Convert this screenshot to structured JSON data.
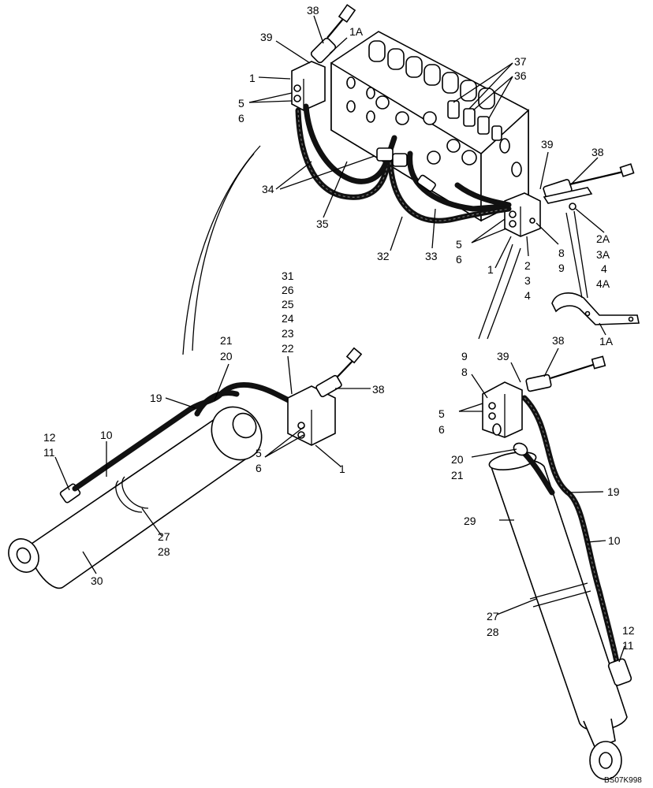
{
  "callouts": {
    "block_top": {
      "p38": "38",
      "p1A": "1A",
      "p39": "39",
      "p1": "1",
      "p5": "5",
      "p6": "6",
      "p37": "37",
      "p36": "36",
      "p34": "34",
      "p35": "35",
      "p32": "32",
      "p33": "33"
    },
    "block_right": {
      "p39": "39",
      "p38": "38",
      "p2A": "2A",
      "p3A": "3A",
      "p4": "4",
      "p4A": "4A",
      "p1A": "1A",
      "p8": "8",
      "p9": "9",
      "p2": "2",
      "p3": "3",
      "p4b": "4",
      "p5": "5",
      "p6": "6",
      "p1": "1"
    },
    "cyl_left": {
      "stack": [
        "31",
        "26",
        "25",
        "24",
        "23",
        "22"
      ],
      "p21": "21",
      "p20": "20",
      "p19": "19",
      "p38": "38",
      "p5": "5",
      "p6": "6",
      "p1": "1",
      "p12": "12",
      "p11": "11",
      "p10": "10",
      "p27": "27",
      "p28": "28",
      "p30": "30"
    },
    "cyl_right": {
      "p9": "9",
      "p8": "8",
      "p39": "39",
      "p38": "38",
      "p5": "5",
      "p6": "6",
      "p20": "20",
      "p21": "21",
      "p19": "19",
      "p29": "29",
      "p10": "10",
      "p27": "27",
      "p28": "28",
      "p12": "12",
      "p11": "11"
    }
  },
  "reference_code": "BS07K998",
  "colors": {
    "line": "#000000",
    "background": "#ffffff",
    "hose": "#111111"
  }
}
